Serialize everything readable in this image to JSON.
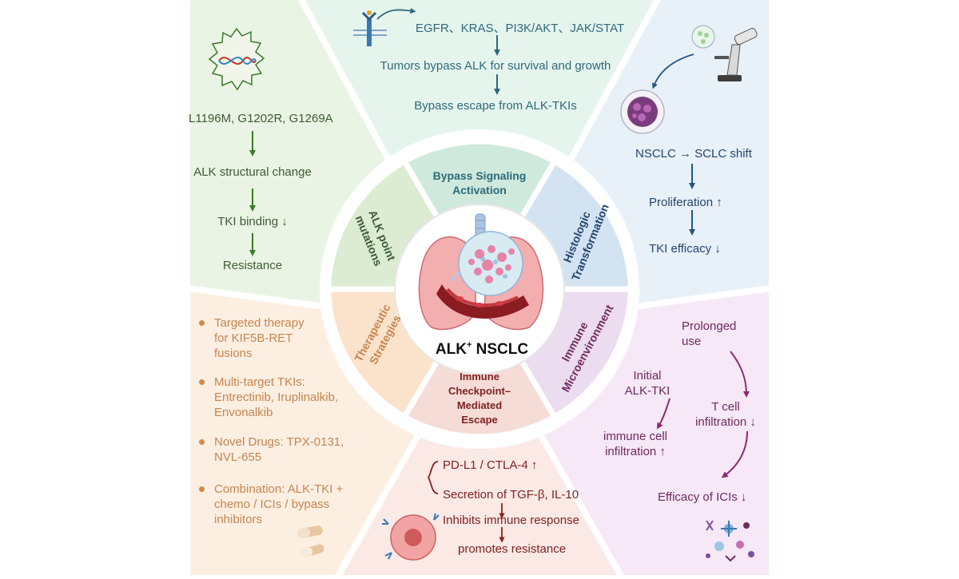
{
  "center": {
    "title_main": "ALK",
    "title_sup": "+",
    "title_tail": " NSCLC"
  },
  "ring": {
    "bypass": [
      "Bypass Signaling",
      "Activation"
    ],
    "alk_point": [
      "ALK point",
      "mutations"
    ],
    "histologic": [
      "Histologic",
      "Transformation"
    ],
    "therapeutic": [
      "Therapeutic",
      "Strategies"
    ],
    "immune_micro": [
      "Immune",
      "Microenvironment"
    ],
    "checkpoint": [
      "Immune",
      "Checkpoint–",
      "Mediated",
      "Escape"
    ]
  },
  "alk_panel": {
    "mutations": "L1196M, G1202R, G1269A",
    "step1": "ALK structural change",
    "step2": "TKI binding ↓",
    "step3": "Resistance"
  },
  "bypass_panel": {
    "pathways": "EGFR、KRAS、PI3K/AKT、JAK/STAT",
    "step1": "Tumors bypass ALK for survival and growth",
    "step2": "Bypass escape from ALK-TKIs"
  },
  "histo_panel": {
    "shift": "NSCLC → SCLC shift",
    "step1": "Proliferation ↑",
    "step2": "TKI efficacy ↓"
  },
  "therapy_panel": {
    "items": [
      [
        "Targeted therapy",
        "for KIF5B-RET",
        "fusions"
      ],
      [
        "Multi-target TKIs:",
        "Entrectinib, Iruplinalkib,",
        "Envonalkib"
      ],
      [
        "Novel Drugs: TPX-0131,",
        "NVL-655"
      ],
      [
        "Combination: ALK-TKI +",
        "chemo / ICIs / bypass",
        "inhibitors"
      ]
    ]
  },
  "checkpoint_panel": {
    "item1": "PD-L1 / CTLA-4  ↑",
    "item2": "Secretion of TGF-β, IL-10",
    "step1": "Inhibits immune response",
    "step2": "promotes resistance"
  },
  "immune_panel": {
    "prolonged": [
      "Prolonged",
      "use"
    ],
    "initial": [
      "Initial",
      "ALK-TKI"
    ],
    "tcell": [
      "T cell",
      "infiltration ↓"
    ],
    "immune_cell": [
      "immune cell",
      "infiltration ↑"
    ],
    "efficacy": "Efficacy of ICIs ↓"
  },
  "colors": {
    "green_bg": "#eaf4e4",
    "teal_bg": "#e6f4ee",
    "blue_bg": "#e8f0f8",
    "orange_bg": "#fcefe2",
    "maroon_bg": "#fbe9e5",
    "purple_bg": "#f6e8f7"
  },
  "icons": [
    "dna-virus-icon",
    "receptor-icon",
    "microscope-icon",
    "tumor-cell-icon",
    "lungs-icon",
    "pills-icon",
    "immune-cells-icon"
  ]
}
